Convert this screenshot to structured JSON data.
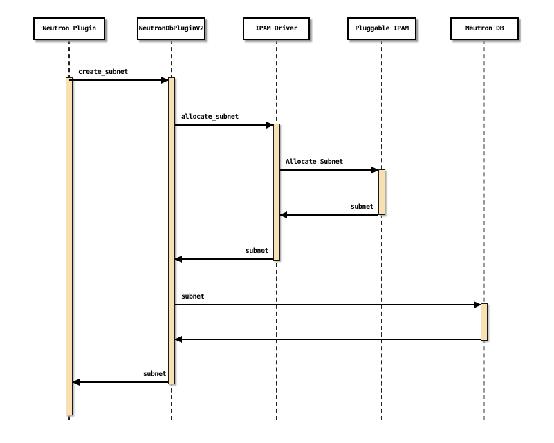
{
  "participants": [
    {
      "name": "Neutron Plugin"
    },
    {
      "name": "NeutronDbPluginV2"
    },
    {
      "name": "IPAM Driver"
    },
    {
      "name": "Pluggable IPAM"
    },
    {
      "name": "Neutron DB"
    }
  ],
  "messages": [
    {
      "label": "create_subnet",
      "from": "Neutron Plugin",
      "to": "NeutronDbPluginV2"
    },
    {
      "label": "allocate_subnet",
      "from": "NeutronDbPluginV2",
      "to": "IPAM Driver"
    },
    {
      "label": "Allocate Subnet",
      "from": "IPAM Driver",
      "to": "Pluggable IPAM"
    },
    {
      "label": "subnet",
      "from": "Pluggable IPAM",
      "to": "IPAM Driver"
    },
    {
      "label": "subnet",
      "from": "IPAM Driver",
      "to": "NeutronDbPluginV2"
    },
    {
      "label": "subnet",
      "from": "NeutronDbPluginV2",
      "to": "Neutron DB"
    },
    {
      "label": "",
      "from": "Neutron DB",
      "to": "NeutronDbPluginV2"
    },
    {
      "label": "subnet",
      "from": "NeutronDbPluginV2",
      "to": "Neutron Plugin"
    }
  ],
  "colors": {
    "background": "#FFFFFF",
    "activation_fill": "#F8E0B3",
    "activation_border": "#1A1A1A",
    "lifeline": "#222222",
    "lifeline_gray": "#999999",
    "arrow": "#000000",
    "box_border": "#000000",
    "box_fill": "#FFFFFF",
    "shadow": "#9A9A9A"
  }
}
